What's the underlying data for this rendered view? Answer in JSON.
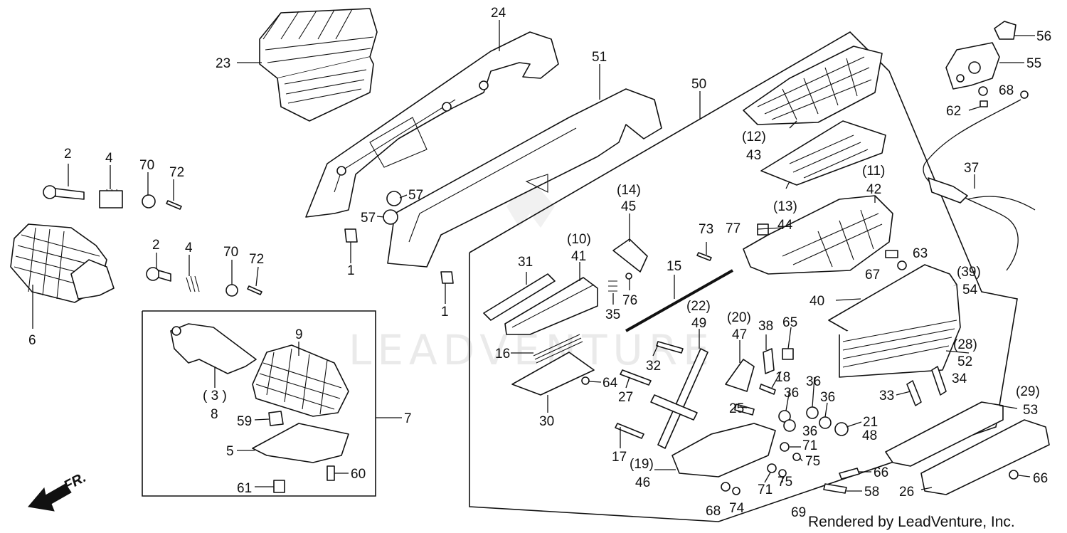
{
  "watermark": {
    "text": "LEADVENTURE"
  },
  "credit": {
    "prefix": "69",
    "text": "Rendered by LeadVenture, Inc."
  },
  "direction": {
    "label": "FR."
  },
  "callouts": {
    "c23": "23",
    "c24": "24",
    "c51": "51",
    "c50": "50",
    "c56": "56",
    "c55": "55",
    "c68a": "68",
    "c62": "62",
    "c12": "(12)",
    "c43": "43",
    "c37": "37",
    "c11": "(11)",
    "c42": "42",
    "c13": "(13)",
    "c44": "44",
    "c77": "77",
    "c63": "63",
    "c67": "67",
    "c39": "(39)",
    "c54": "54",
    "c40": "40",
    "c28": "(28)",
    "c52": "52",
    "c34": "34",
    "c33": "33",
    "c29": "(29)",
    "c53": "53",
    "c66a": "66",
    "c66b": "66",
    "c58": "58",
    "c26": "26",
    "c2a": "2",
    "c4a": "4",
    "c70a": "70",
    "c72a": "72",
    "c6": "6",
    "c2b": "2",
    "c4b": "4",
    "c70b": "70",
    "c72b": "72",
    "c57a": "57",
    "c57b": "57",
    "c1a": "1",
    "c1b": "1",
    "c9": "9",
    "c3": "( 3 )",
    "c8": "8",
    "c7": "7",
    "c59": "59",
    "c5": "5",
    "c60": "60",
    "c61": "61",
    "c14": "(14)",
    "c45": "45",
    "c10": "(10)",
    "c41": "41",
    "c31": "31",
    "c73": "73",
    "c15": "15",
    "c76": "76",
    "c35": "35",
    "c22": "(22)",
    "c49": "49",
    "c20": "(20)",
    "c47": "47",
    "c38": "38",
    "c65": "65",
    "c16": "16",
    "c32": "32",
    "c18": "18",
    "c64": "64",
    "c27": "27",
    "c30": "30",
    "c36a": "36",
    "c36b": "36",
    "c36c": "36",
    "c36d": "36",
    "c25": "25",
    "c21": "21",
    "c48": "48",
    "c17": "17",
    "c71a": "71",
    "c75a": "75",
    "c19": "(19)",
    "c46": "46",
    "c71b": "71",
    "c75b": "75",
    "c68b": "68",
    "c74": "74"
  }
}
